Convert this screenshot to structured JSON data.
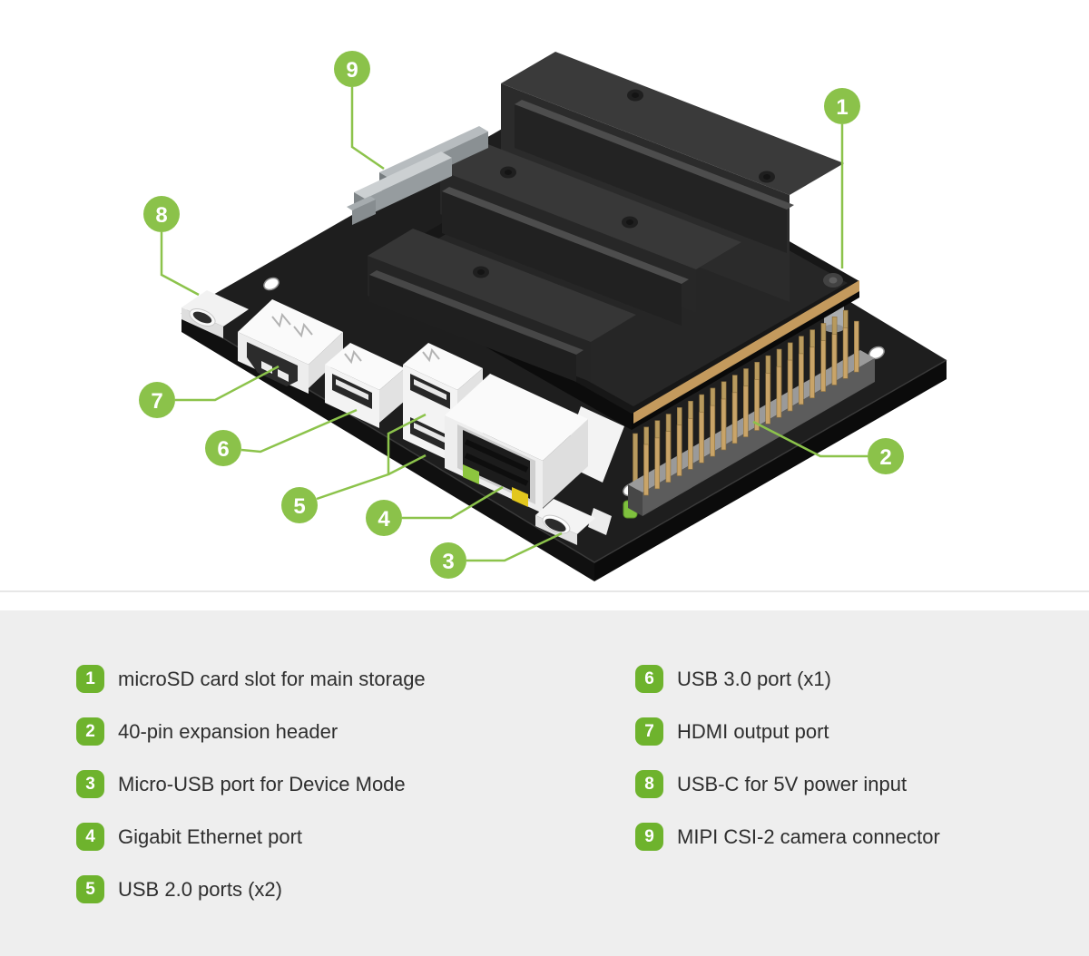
{
  "callouts": {
    "nums": [
      "1",
      "2",
      "3",
      "4",
      "5",
      "6",
      "7",
      "8",
      "9"
    ]
  },
  "legend": {
    "columns": [
      {
        "items": [
          {
            "num": "1",
            "label": "microSD card slot for main storage"
          },
          {
            "num": "2",
            "label": "40-pin expansion header"
          },
          {
            "num": "3",
            "label": "Micro-USB port for Device Mode"
          },
          {
            "num": "4",
            "label": "Gigabit Ethernet port"
          },
          {
            "num": "5",
            "label": "USB 2.0 ports (x2)"
          }
        ]
      },
      {
        "items": [
          {
            "num": "6",
            "label": "USB 3.0 port (x1)"
          },
          {
            "num": "7",
            "label": "HDMI output port"
          },
          {
            "num": "8",
            "label": "USB-C for 5V power input"
          },
          {
            "num": "9",
            "label": "MIPI CSI-2 camera connector"
          }
        ]
      }
    ]
  },
  "colors": {
    "callout_green": "#8bc24a",
    "badge_green": "#6eb32d",
    "line_green": "#8cc34b",
    "panel_bg": "#eeeeee",
    "text": "#2e2e2e",
    "pcb_black": "#1e1e1e",
    "pin_gold": "#c9a468",
    "led_green": "#7fc13e",
    "led_yellow": "#e2c71e"
  }
}
